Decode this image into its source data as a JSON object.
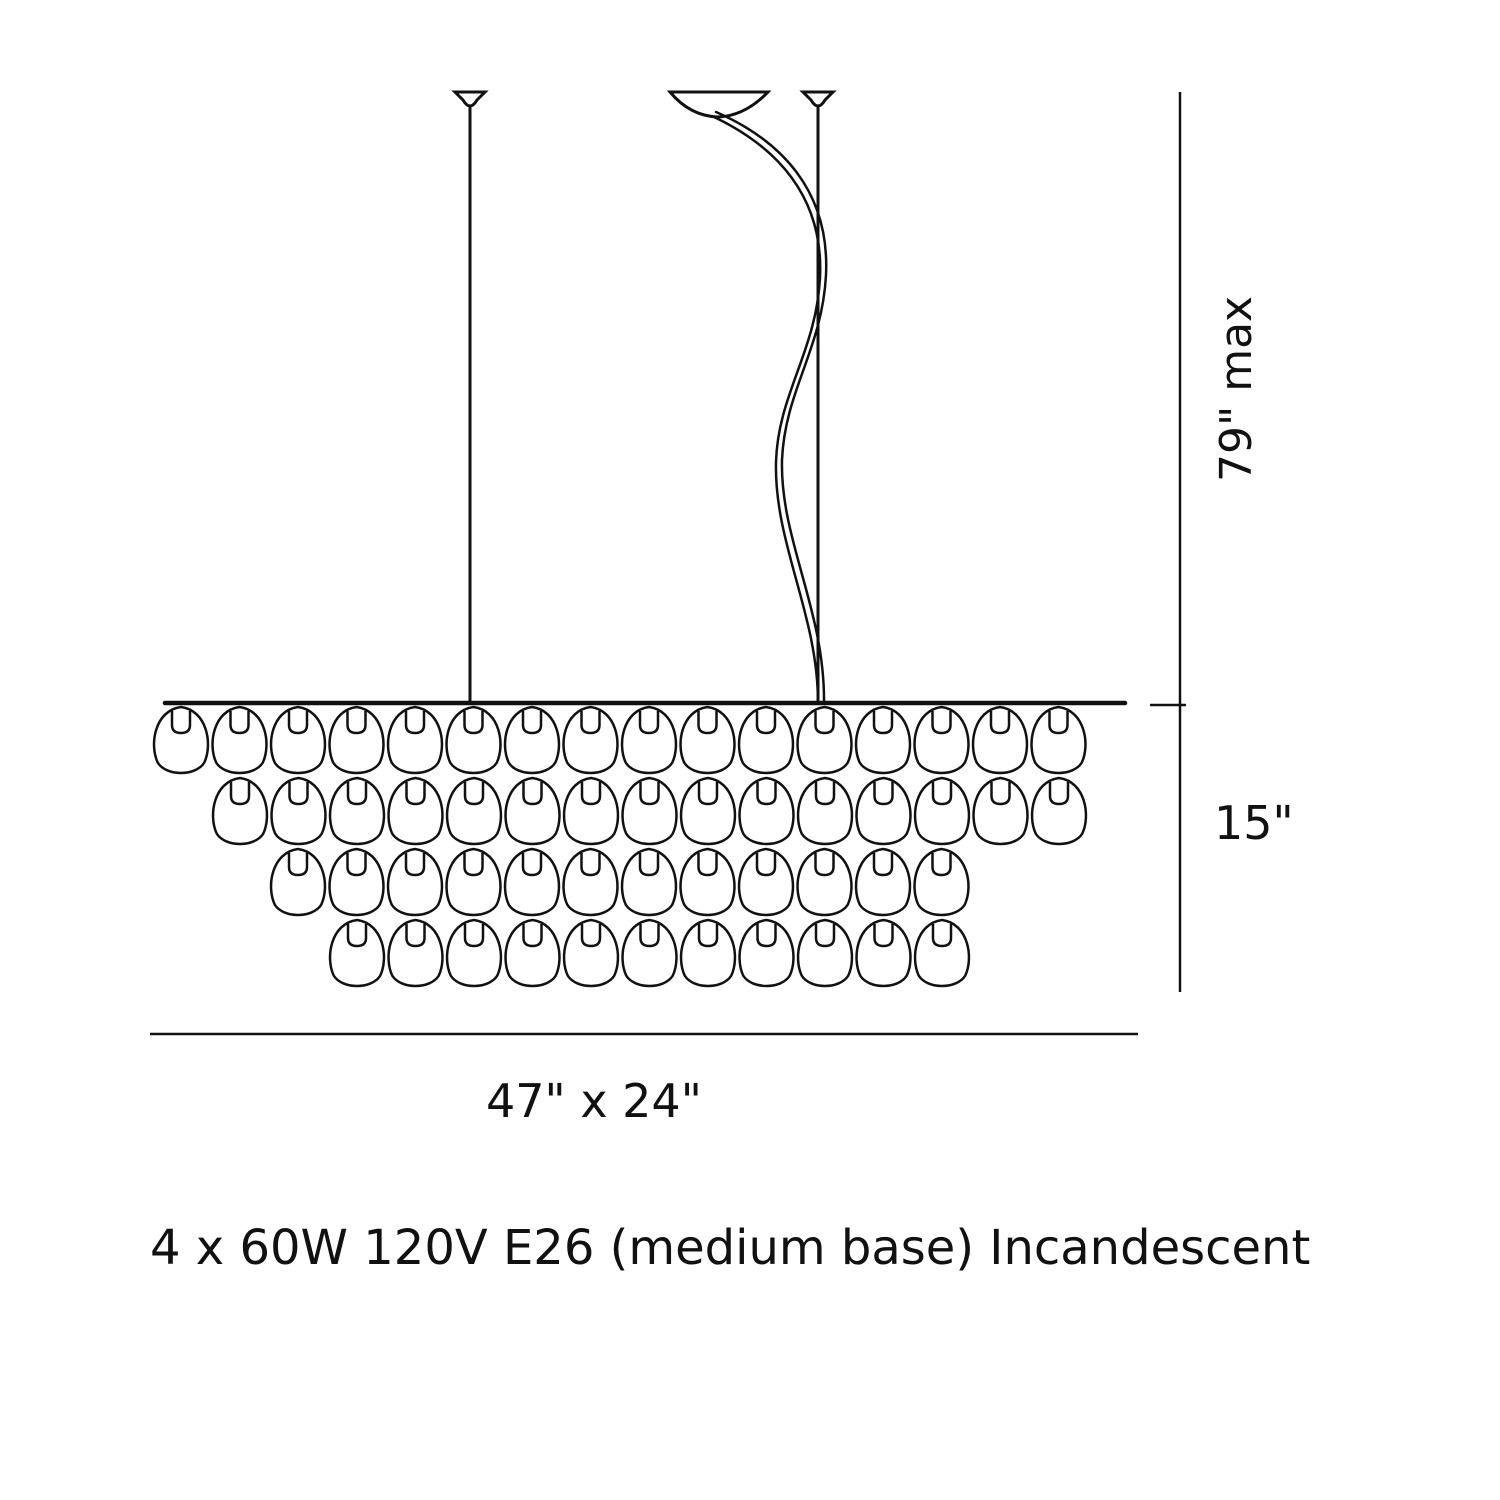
{
  "diagram": {
    "stroke_color": "#111111",
    "background": "#ffffff",
    "labels": {
      "overall_height": "79\" max",
      "body_height": "15\"",
      "width_depth": "47\" x 24\"",
      "lamp_spec": "4 x 60W 120V E26 (medium base) Incandescent"
    },
    "glass_rows": [
      16,
      15,
      12,
      11
    ]
  }
}
